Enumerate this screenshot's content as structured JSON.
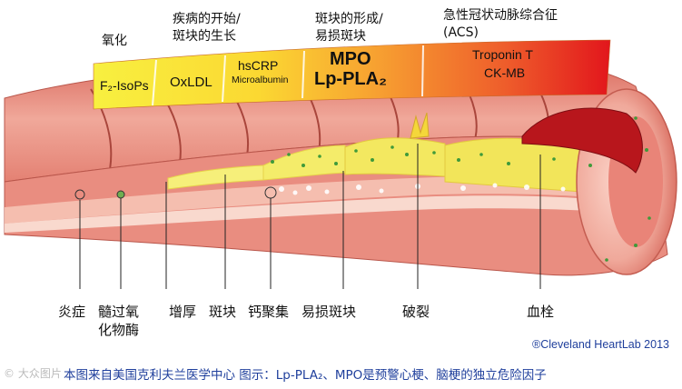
{
  "stages": {
    "oxidation": "氧化",
    "disease_onset_l1": "疾病的开始/",
    "disease_onset_l2": "斑块的生长",
    "plaque_formation_l1": "斑块的形成/",
    "plaque_formation_l2": "易损斑块",
    "acs_l1": "急性冠状动脉综合征",
    "acs_l2": "(ACS)"
  },
  "markers": {
    "f2_isops": "F₂-IsoPs",
    "oxldl": "OxLDL",
    "hscrp": "hsCRP",
    "microalbumin": "Microalbumin",
    "mpo": "MPO",
    "lp_pla2": "Lp-PLA₂",
    "troponin_t": "Troponin T",
    "ck_mb": "CK-MB"
  },
  "bottom_labels": {
    "inflammation": "炎症",
    "mpo_enzyme_l1": "髓过氧",
    "mpo_enzyme_l2": "化物酶",
    "thickening": "增厚",
    "plaque": "斑块",
    "calcification": "钙聚集",
    "vulnerable_plaque": "易损斑块",
    "rupture": "破裂",
    "thrombus": "血栓"
  },
  "copyright": "®Cleveland HeartLab 2013",
  "caption": "本图来自美国克利夫兰医学中心    图示：Lp-PLA₂、MPO是预警心梗、脑梗的独立危险因子",
  "watermark": "© 大众图片",
  "colors": {
    "bar_start": "#f7ef3a",
    "bar_end": "#e2161c",
    "vessel": "#e7877c",
    "vessel_light": "#f3b7a9",
    "plaque": "#f4ec72",
    "thrombus": "#b8161c",
    "caption": "#1f3f9c"
  }
}
